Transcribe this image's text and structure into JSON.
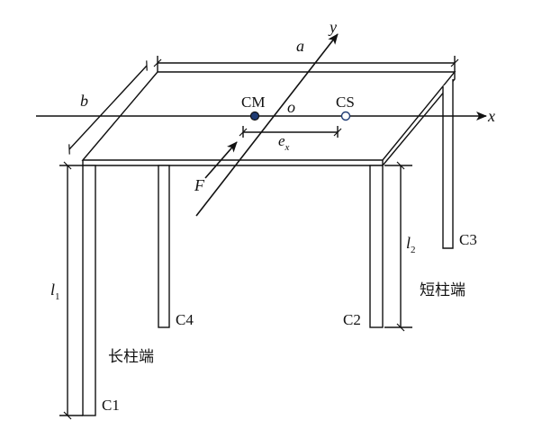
{
  "labels": {
    "a": "a",
    "b": "b",
    "y": "y",
    "x": "x",
    "o": "o",
    "cm": "CM",
    "cs": "CS",
    "ex_main": "e",
    "ex_sub": "x",
    "f": "F",
    "l1_main": "l",
    "l1_sub": "1",
    "l2_main": "l",
    "l2_sub": "2",
    "c1": "C1",
    "c2": "C2",
    "c3": "C3",
    "c4": "C4",
    "long_end": "长柱端",
    "short_end": "短柱端"
  }
}
